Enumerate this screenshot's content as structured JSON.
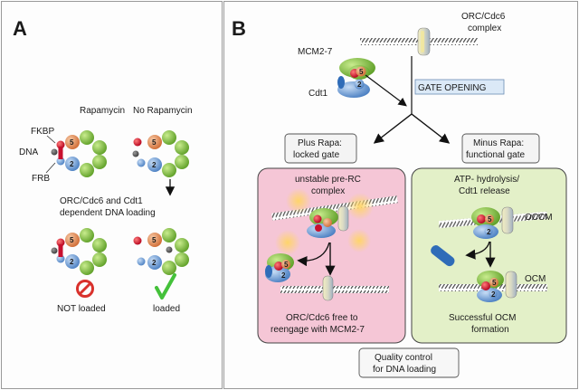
{
  "panel_a": {
    "letter": "A",
    "col_rapa": "Rapamycin",
    "col_norapa": "No Rapamycin",
    "label_fkbp": "FKBP",
    "label_dna": "DNA",
    "label_frb": "FRB",
    "loading_line1": "ORC/Cdc6 and Cdt1",
    "loading_line2": "dependent DNA loading",
    "result_not_loaded": "NOT loaded",
    "result_loaded": "loaded",
    "subunit_top": "5",
    "subunit_bottom": "2",
    "colors": {
      "green": "#7cbf3c",
      "orange": "#e8935a",
      "blue": "#6f9fd6",
      "red": "#c8102e",
      "no_symbol": "#d9312c",
      "check": "#44c13a"
    }
  },
  "panel_b": {
    "letter": "B",
    "label_mcm": "MCM2-7",
    "label_cdt1": "Cdt1",
    "orc_line1": "ORC/Cdc6",
    "orc_line2": "complex",
    "gate_opening": "GATE OPENING",
    "plus_rapa_line1": "Plus Rapa:",
    "plus_rapa_line2": "locked gate",
    "minus_rapa_line1": "Minus Rapa:",
    "minus_rapa_line2": "functional gate",
    "unstable_line1": "unstable pre-RC",
    "unstable_line2": "complex",
    "free_line1": "ORC/Cdc6 free to",
    "free_line2": "reengage with MCM2-7",
    "atp_line1": "ATP- hydrolysis/",
    "atp_line2": "Cdt1 release",
    "occm": "OCCM",
    "ocm": "OCM",
    "success_line1": "Successful OCM",
    "success_line2": "formation",
    "qc_line1": "Quality control",
    "qc_line2": "for DNA loading",
    "colors": {
      "pink_box": "#f5c6d6",
      "green_box": "#e3f0c8",
      "gate_box": "#dbe9f7"
    }
  }
}
